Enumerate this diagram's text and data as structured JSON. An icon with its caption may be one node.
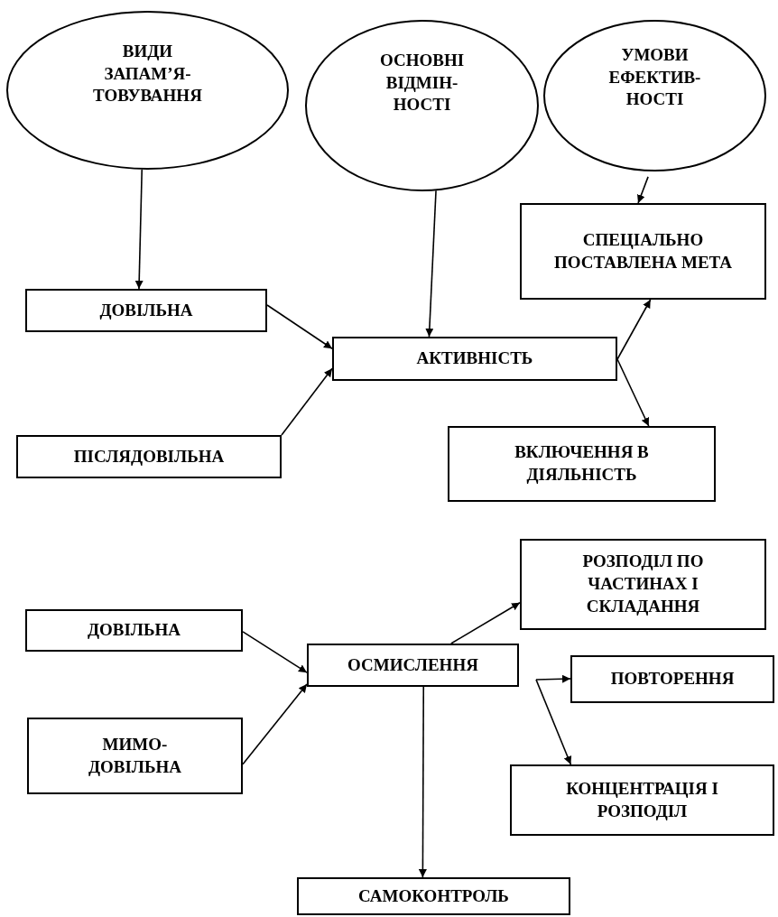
{
  "diagram": {
    "nodes": [
      {
        "text": [
          "ВИДИ ЗАПАМ’Я-ТОВУВАННЯ"
        ]
      },
      {
        "text": [
          "ОСНОВНІ ВІДМІН-НОСТІ"
        ]
      },
      {
        "text": [
          "УМОВИ ЕФЕКТИВ-НОСТІ"
        ]
      },
      {
        "text": [
          "СПЕЦІАЛЬНО ПОСТАВЛЕНА МЕТА"
        ]
      },
      {
        "text": [
          "ДОВІЛЬНА"
        ]
      },
      {
        "text": [
          "АКТИВНІСТЬ"
        ]
      },
      {
        "text": [
          "ПІСЛЯДОВІЛЬНА"
        ]
      },
      {
        "text": [
          "ВКЛЮЧЕННЯ В ДІЯЛЬНІСТЬ"
        ]
      },
      {
        "text": [
          "РОЗПОДІЛ ПО ЧАСТИНАХ І СКЛАДАННЯ"
        ]
      },
      {
        "text": [
          "ДОВІЛЬНА"
        ]
      },
      {
        "text": [
          "ОСМИСЛЕННЯ"
        ]
      },
      {
        "text": [
          "ПОВТОРЕННЯ"
        ]
      },
      {
        "text": [
          "МИМО-ДОВІЛЬНА"
        ]
      },
      {
        "text": [
          "КОНЦЕНТРАЦІЯ І РОЗПОДІЛ"
        ]
      },
      {
        "text": [
          "САМОКОНТРОЛЬ"
        ]
      }
    ],
    "edges": [
      {
        "from": 0,
        "to": 4,
        "arrow": "to"
      },
      {
        "from": 1,
        "to": 5,
        "arrow": "to"
      },
      {
        "from": 2,
        "to": 3,
        "arrow": "to"
      },
      {
        "from": 4,
        "to": 5,
        "arrow": "to"
      },
      {
        "from": 6,
        "to": 5,
        "arrow": "to"
      },
      {
        "from": 5,
        "to": 3,
        "arrow": "to"
      },
      {
        "from": 5,
        "to": 7,
        "arrow": "to"
      },
      {
        "from": 9,
        "to": 10,
        "arrow": "to"
      },
      {
        "from": 12,
        "to": 10,
        "arrow": "to"
      },
      {
        "from": 10,
        "to": 8,
        "arrow": "to"
      },
      {
        "from": null,
        "to": 11,
        "arrow": "to"
      },
      {
        "from": null,
        "to": 13,
        "arrow": "to"
      },
      {
        "from": 10,
        "to": 14,
        "arrow": "to"
      }
    ]
  }
}
